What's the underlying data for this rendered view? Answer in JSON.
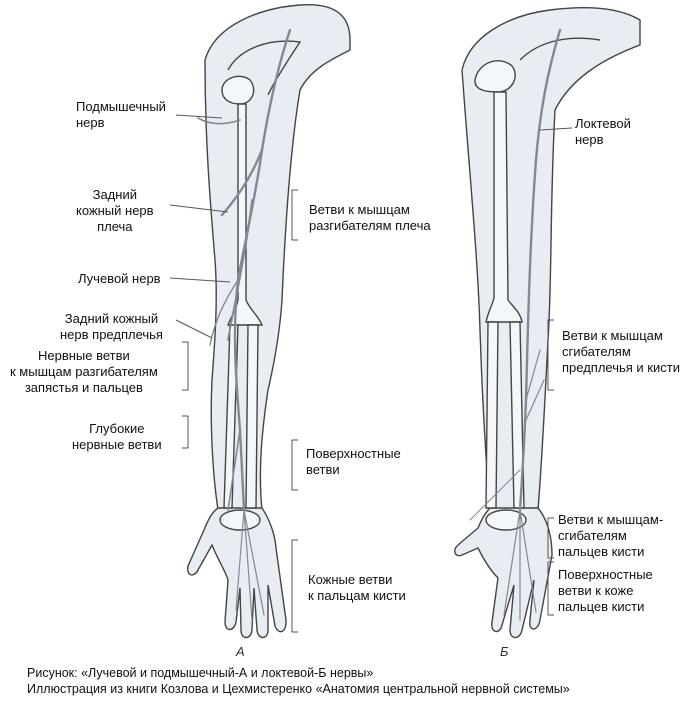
{
  "figure_a": {
    "letter": "А",
    "labels": {
      "axillary": [
        "Подмышечный",
        "нерв"
      ],
      "post_cut_arm": [
        "Задний",
        "кожный нерв",
        "плеча"
      ],
      "radial": [
        "Лучевой нерв"
      ],
      "post_cut_forearm": [
        "Задний кожный",
        "нерв предплечья"
      ],
      "extensor_wrist": [
        "Нервные ветви",
        "к мышцам разгибателям",
        "запястья и пальцев"
      ],
      "deep": [
        "Глубокие",
        "нервные ветви"
      ],
      "branches_ext_arm": [
        "Ветви к мышцам",
        "разгибателям плеча"
      ],
      "superficial": [
        "Поверхностные",
        "ветви"
      ],
      "skin_fingers": [
        "Кожные ветви",
        "к пальцам кисти"
      ]
    }
  },
  "figure_b": {
    "letter": "Б",
    "labels": {
      "ulnar": [
        "Локтевой",
        "нерв"
      ],
      "flexor_forearm": [
        "Ветви к мышцам",
        "сгибателям",
        "предплечья и кисти"
      ],
      "flexor_fingers": [
        "Ветви к мышцам-",
        "сгибателям",
        "пальцев кисти"
      ],
      "superficial_skin": [
        "Поверхностные",
        "ветви к коже",
        "пальцев кисти"
      ]
    }
  },
  "caption": {
    "line1": "Рисунок: «Лучевой  и подмышечный-А и локтевой-Б нервы»",
    "line2": "Иллюстрация из книги Козлова и Цехмистеренко «Анатомия центральной нервной системы»"
  },
  "colors": {
    "limb_fill": "#e8edf3",
    "outline": "#444444",
    "nerve": "#7f8a96",
    "text": "#111111"
  }
}
